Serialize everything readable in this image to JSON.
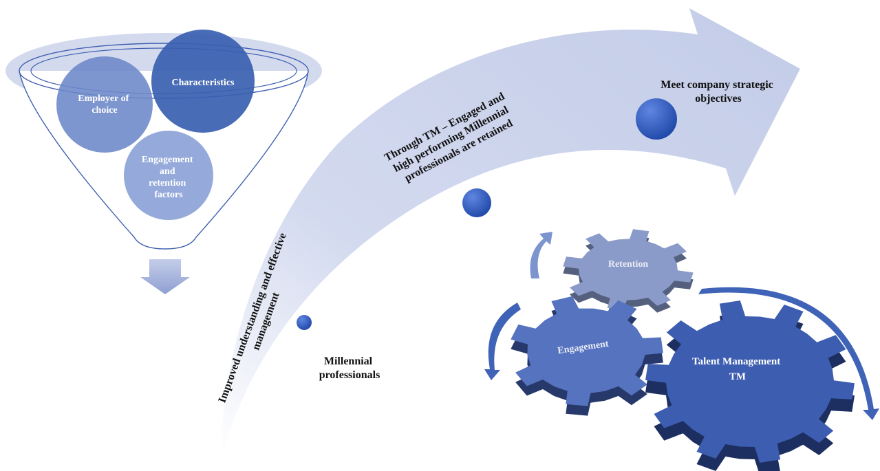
{
  "funnel": {
    "circles": [
      {
        "lines": [
          "Characteristics"
        ]
      },
      {
        "lines": [
          "Employer of",
          "choice"
        ]
      },
      {
        "lines": [
          "Engagement",
          "and",
          "retention",
          "factors"
        ]
      }
    ]
  },
  "vertical_label": {
    "lines": [
      "Improved understanding and effective",
      "management"
    ]
  },
  "arrow_labels": {
    "start": {
      "lines": [
        "Millennial",
        "professionals"
      ]
    },
    "middle": {
      "lines": [
        "Through TM – Engaged and",
        "high performing Millennial",
        "professionals are retained"
      ]
    },
    "end": {
      "lines": [
        "Meet company strategic",
        "objectives"
      ]
    }
  },
  "gears": {
    "retention": "Retention",
    "engagement": "Engagement",
    "tm": {
      "lines": [
        "Talent Management",
        "TM"
      ]
    }
  },
  "colors": {
    "circle_dark": "#3a5fb0",
    "circle_mid": "#6c88c8",
    "circle_light": "#93a8d8",
    "arrow": "#c9d1ea",
    "gear_top": "#4a68b8",
    "gear_side": "#23386e",
    "retention_gear": "#8b9bc9"
  }
}
